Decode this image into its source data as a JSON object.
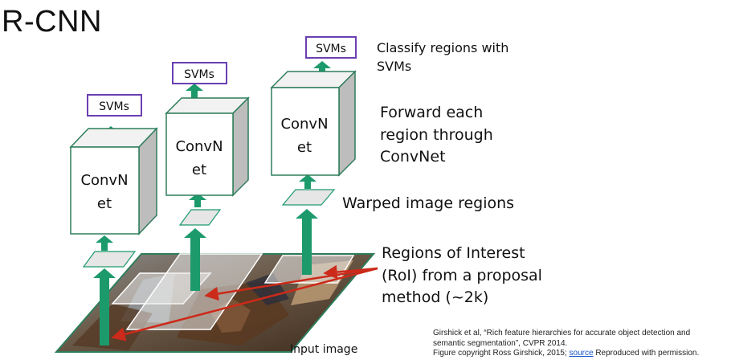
{
  "title": "R-CNN",
  "annotations": {
    "svms": "Classify regions with SVMs",
    "svms_line1": "Classify regions with",
    "svms_line2": "SVMs",
    "forward_line1": "Forward each",
    "forward_line2": "region through",
    "forward_line3": "ConvNet",
    "warped": "Warped image regions",
    "roi_line1": "Regions of Interest",
    "roi_line2": "(RoI) from a proposal",
    "roi_line3": "method (~2k)",
    "input": "Input image"
  },
  "convnet": {
    "label_line1": "ConvN",
    "label_line2": "et"
  },
  "svm_label": "SVMs",
  "citation": {
    "line1": "Girshick et al, “Rich feature hierarchies for accurate object detection and",
    "line2": "semantic segmentation”, CVPR 2014.",
    "line3_prefix": "Figure copyright Ross Girshick, 2015;",
    "line3_link": "source",
    "line3_suffix": "Reproduced with permission."
  },
  "colors": {
    "arrow": "#1d9a6c",
    "svm_border": "#6a3fb2",
    "box_edge": "#2e7d5b",
    "box_side": "#bdbdbd",
    "box_top": "#f2f2f2",
    "red_arrow": "#cc2a1a"
  }
}
